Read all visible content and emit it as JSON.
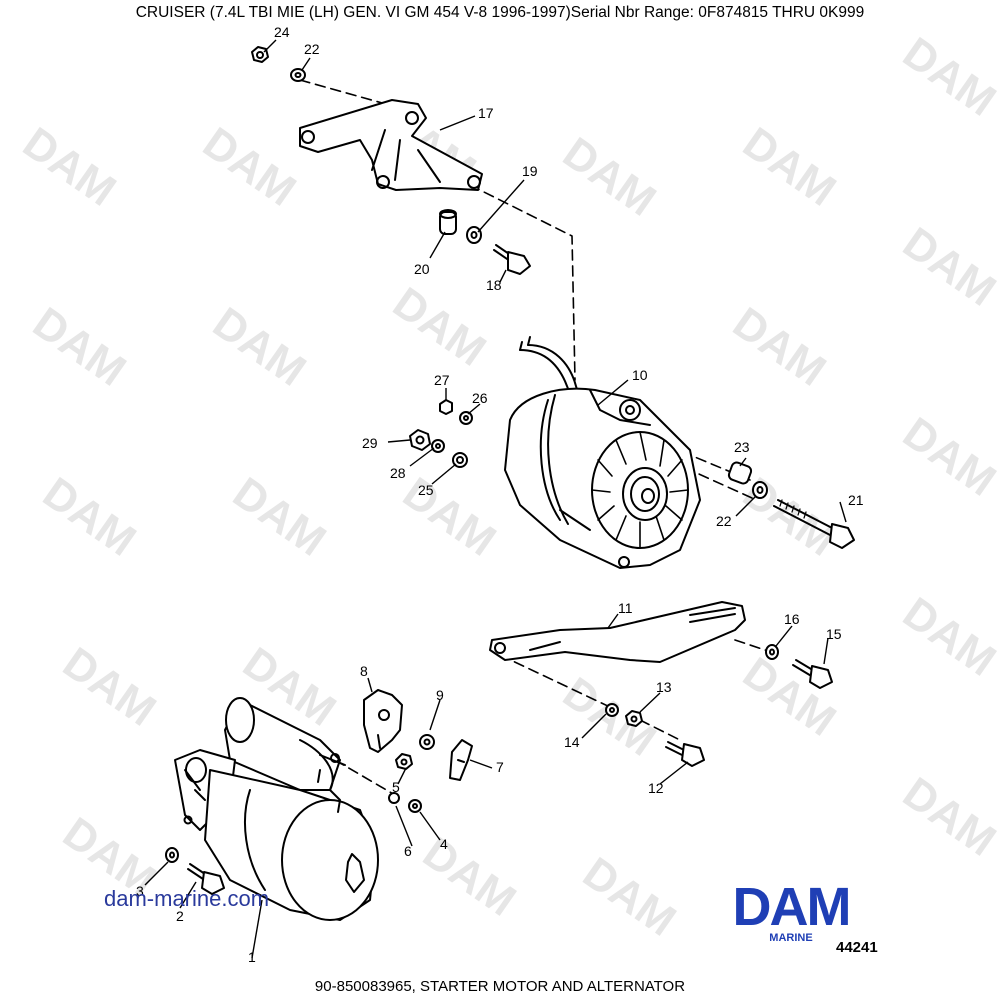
{
  "header": {
    "title": "CRUISER (7.4L TBI MIE (LH) GEN. VI    GM 454 V-8 1996-1997)Serial Nbr Range: 0F874815 THRU 0K999"
  },
  "footer": {
    "caption": "90-850083965, STARTER MOTOR AND ALTERNATOR",
    "figure_number": "44241",
    "website": "dam-marine.com"
  },
  "logo": {
    "main": "DAM",
    "sub": "MARINE",
    "color": "#1f3fb5"
  },
  "watermark": {
    "text": "DAM",
    "color": "#e6e6e6"
  },
  "diagram": {
    "parts": {
      "p1": "1",
      "p2": "2",
      "p3": "3",
      "p4": "4",
      "p5": "5",
      "p6": "6",
      "p7": "7",
      "p8": "8",
      "p9": "9",
      "p10": "10",
      "p11": "11",
      "p12": "12",
      "p13": "13",
      "p14": "14",
      "p15": "15",
      "p16": "16",
      "p17": "17",
      "p18": "18",
      "p19": "19",
      "p20": "20",
      "p21": "21",
      "p22a": "22",
      "p22b": "22",
      "p23": "23",
      "p24": "24",
      "p25": "25",
      "p26": "26",
      "p27": "27",
      "p28": "28",
      "p29": "29"
    }
  }
}
